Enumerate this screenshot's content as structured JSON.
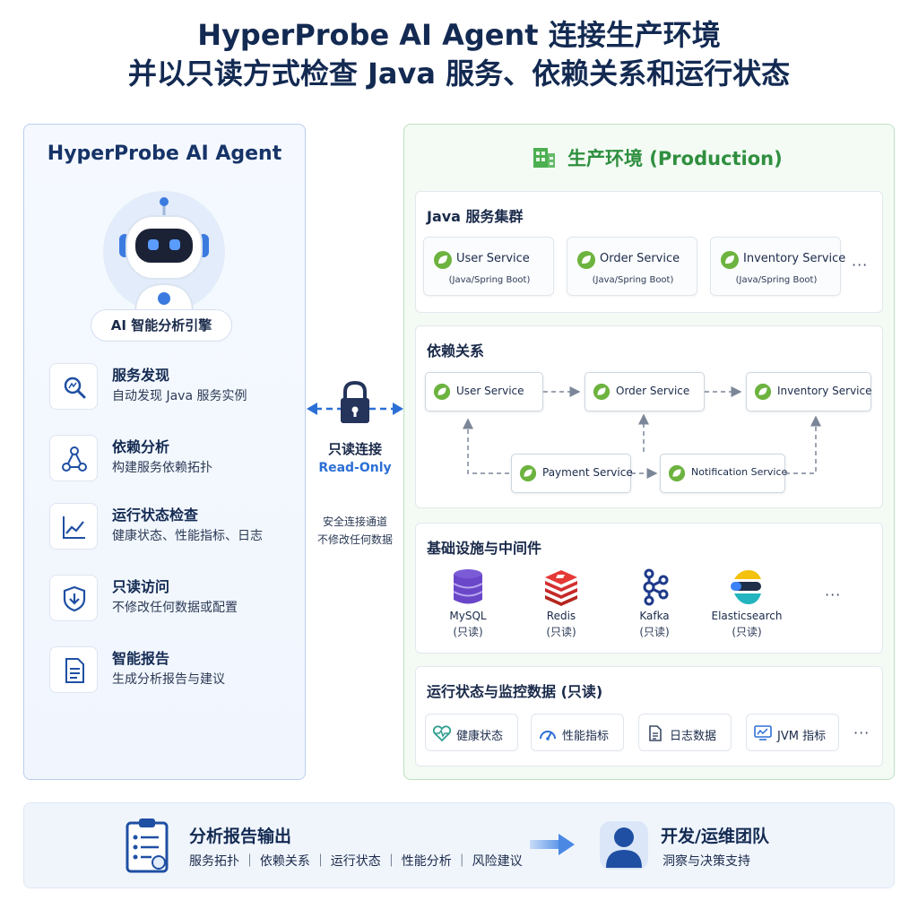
{
  "header": {
    "title_line1": "HyperProbe AI Agent 连接生产环境",
    "title_line2": "并以只读方式检查 Java 服务、依赖关系和运行状态"
  },
  "agent": {
    "title": "HyperProbe AI Agent",
    "engine_label": "AI 智能分析引擎",
    "capabilities": [
      {
        "title": "服务发现",
        "desc": "自动发现 Java 服务实例",
        "icon": "search-icon"
      },
      {
        "title": "依赖分析",
        "desc": "构建服务依赖拓扑",
        "icon": "topology-icon"
      },
      {
        "title": "运行状态检查",
        "desc": "健康状态、性能指标、日志",
        "icon": "chart-icon"
      },
      {
        "title": "只读访问",
        "desc": "不修改任何数据或配置",
        "icon": "shield-icon"
      },
      {
        "title": "智能报告",
        "desc": "生成分析报告与建议",
        "icon": "document-icon"
      }
    ]
  },
  "connection": {
    "label_cn": "只读连接",
    "label_en": "Read-Only",
    "note_line1": "安全连接通道",
    "note_line2": "不修改任何数据"
  },
  "production": {
    "title": "生产环境 (Production)",
    "cluster": {
      "title": "Java 服务集群",
      "services": [
        {
          "name": "User Service",
          "sub": "(Java/Spring Boot)"
        },
        {
          "name": "Order Service",
          "sub": "(Java/Spring Boot)"
        },
        {
          "name": "Inventory Service",
          "sub": "(Java/Spring Boot)"
        }
      ],
      "more": "···"
    },
    "dependencies": {
      "title": "依赖关系",
      "nodes": {
        "user": "User Service",
        "order": "Order Service",
        "inventory": "Inventory Service",
        "payment": "Payment Service",
        "notification": "Notification Service"
      }
    },
    "infrastructure": {
      "title": "基础设施与中间件",
      "items": [
        {
          "name": "MySQL",
          "mode": "(只读)"
        },
        {
          "name": "Redis",
          "mode": "(只读)"
        },
        {
          "name": "Kafka",
          "mode": "(只读)"
        },
        {
          "name": "Elasticsearch",
          "mode": "(只读)"
        }
      ],
      "more": "···"
    },
    "monitoring": {
      "title": "运行状态与监控数据 (只读)",
      "items": [
        {
          "name": "健康状态",
          "icon": "heartbeat-icon"
        },
        {
          "name": "性能指标",
          "icon": "gauge-icon"
        },
        {
          "name": "日志数据",
          "icon": "log-icon"
        },
        {
          "name": "JVM 指标",
          "icon": "monitor-icon"
        }
      ],
      "more": "···"
    }
  },
  "output": {
    "report_title": "分析报告输出",
    "report_desc": "服务拓扑 ｜ 依赖关系 ｜ 运行状态 ｜ 性能分析 ｜ 风险建议",
    "team_title": "开发/运维团队",
    "team_desc": "洞察与决策支持"
  },
  "colors": {
    "navy": "#132a52",
    "blue_accent": "#2b6fd6",
    "green_accent": "#2f8f3f",
    "spring_green": "#6db33f"
  }
}
